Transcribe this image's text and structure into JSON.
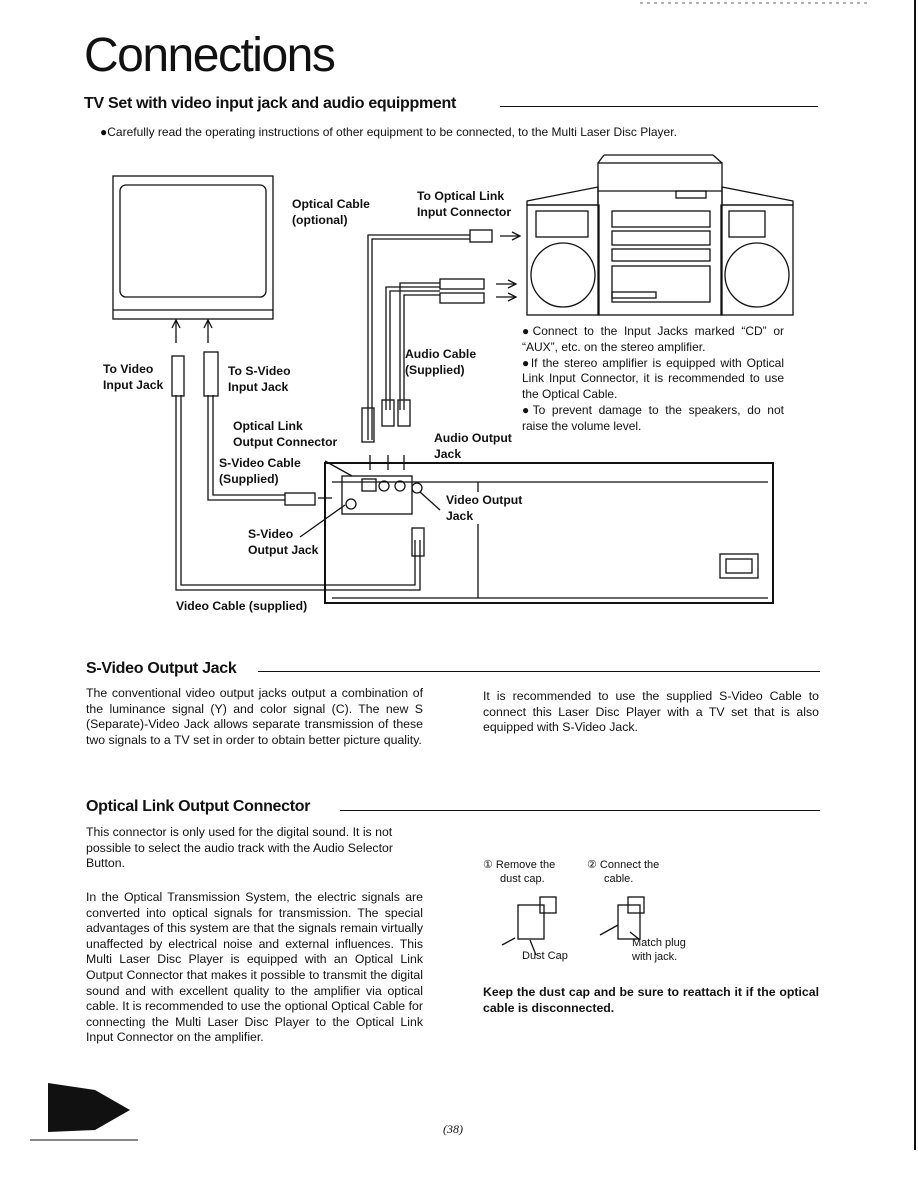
{
  "page": {
    "title": "Connections",
    "page_number": "(38)"
  },
  "section1": {
    "heading": "TV Set with video input jack and audio equippment",
    "note": "●Carefully read the operating instructions of other equipment to be connected, to the Multi Laser Disc Player."
  },
  "diagram": {
    "optical_cable": [
      "Optical Cable",
      "(optional)"
    ],
    "to_optical_link": [
      "To Optical Link",
      "Input Connector"
    ],
    "to_video_input": [
      "To Video",
      "Input Jack"
    ],
    "to_svideo_input": [
      "To S-Video",
      "Input Jack"
    ],
    "audio_cable": [
      "Audio Cable",
      "(Supplied)"
    ],
    "optical_link_output": [
      "Optical Link",
      "Output Connector"
    ],
    "svideo_cable": [
      "S-Video Cable",
      "(Supplied)"
    ],
    "audio_output": [
      "Audio Output",
      "Jack"
    ],
    "video_output": [
      "Video Output",
      "Jack"
    ],
    "svideo_output": [
      "S-Video",
      "Output Jack"
    ],
    "video_cable": "Video Cable (supplied)",
    "notes": [
      "●Connect to the Input Jacks marked “CD” or “AUX”, etc. on the stereo amplifier.",
      "●If the stereo amplifier is equipped with Optical Link Input Connector, it is recommended to use the Optical Cable.",
      "●To prevent damage to the speakers, do not raise the volume level."
    ]
  },
  "section2": {
    "heading": "S-Video Output Jack",
    "left": "The conventional video output jacks output a combination of the luminance signal (Y) and color signal (C). The new S (Separate)-Video Jack allows separate transmission of these two signals to a TV set in order to obtain better picture quality.",
    "right": "It is recommended to use the supplied S-Video Cable to connect this Laser Disc Player with a TV set that is also equipped with S-Video Jack."
  },
  "section3": {
    "heading": "Optical Link Output Connector",
    "p1": "This connector is only used for the digital sound. It is not possible to select the audio track with the Audio Selector Button.",
    "p2": "In the Optical Transmission System, the electric signals are converted into optical signals for transmission. The special advantages of this system are that the signals remain virtually unaffected by electrical noise and external influences. This Multi Laser Disc Player is equipped with an Optical Link Output Connector that makes it possible to transmit the digital sound and with excellent quality to the amplifier via optical cable. It is recommended to use the optional Optical Cable for connecting the Multi Laser Disc Player to the Optical Link Input Connector on the amplifier.",
    "step1": [
      "① Remove the",
      "dust cap."
    ],
    "step2": [
      "② Connect the",
      "cable."
    ],
    "dust_cap": "Dust Cap",
    "match_plug": [
      "Match plug",
      "with jack."
    ],
    "warning": "Keep the dust cap and be sure to reattach it if the optical cable is disconnected."
  }
}
